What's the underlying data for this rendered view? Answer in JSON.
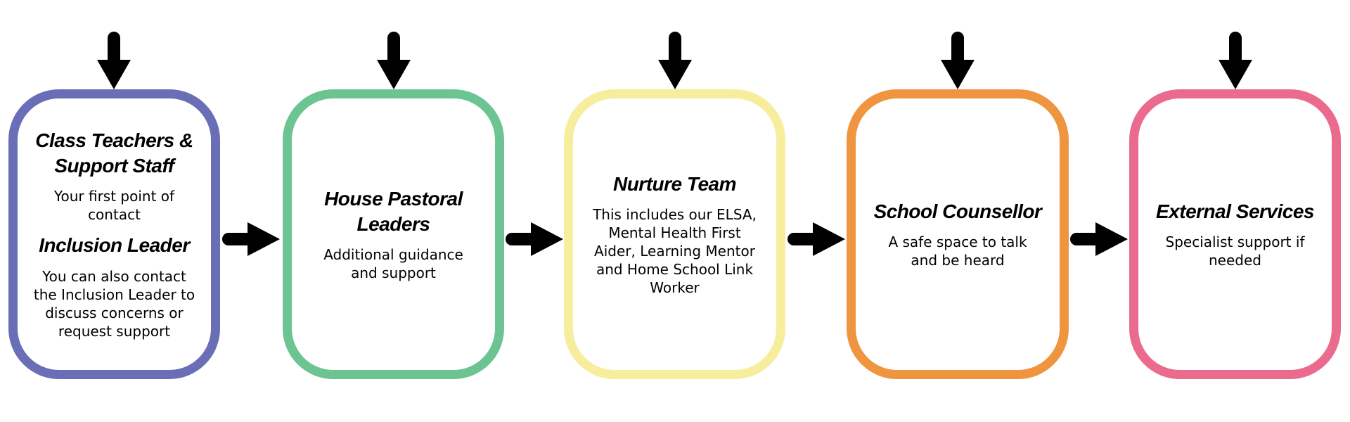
{
  "diagram_name": "school-support-pathway",
  "background_color": "#ffffff",
  "arrow_color": "#000000",
  "text_color": "#000000",
  "icons": {
    "down_arrow": "css-shape-arrow-down",
    "right_arrow": "css-shape-arrow-right"
  },
  "boxes": [
    {
      "name": "class-teachers-support-staff",
      "border_color": "#6a6eb7",
      "heading1_lines": [
        "Class Teachers &",
        "Support Staff"
      ],
      "body1_lines": [
        "Your first point of",
        "contact"
      ],
      "heading2_lines": [
        "Inclusion Leader"
      ],
      "body2_lines": [
        "You can also contact",
        "the Inclusion Leader to",
        "discuss concerns or",
        "request support"
      ]
    },
    {
      "name": "house-pastoral-leaders",
      "border_color": "#6cc493",
      "heading1_lines": [
        "House Pastoral",
        "Leaders"
      ],
      "body1_lines": [
        "Additional guidance",
        "and support"
      ]
    },
    {
      "name": "nurture-team",
      "border_color": "#f6ee9c",
      "heading1_lines": [
        "Nurture Team"
      ],
      "body1_lines": [
        "This includes our ELSA,",
        "Mental Health First",
        "Aider, Learning Mentor",
        "and Home School Link",
        "Worker"
      ]
    },
    {
      "name": "school-counsellor",
      "border_color": "#f0953f",
      "heading1_lines": [
        "School Counsellor"
      ],
      "body1_lines": [
        "A safe space to talk",
        "and be heard"
      ]
    },
    {
      "name": "external-services",
      "border_color": "#ea6b8d",
      "heading1_lines": [
        "External Services"
      ],
      "body1_lines": [
        "Specialist support if",
        "needed"
      ]
    }
  ]
}
